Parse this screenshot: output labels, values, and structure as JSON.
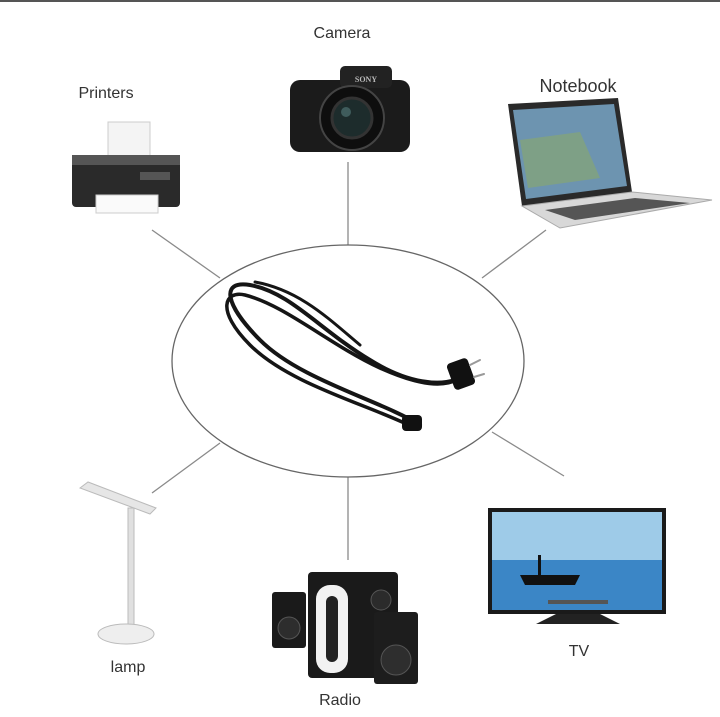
{
  "labels": {
    "camera": "Camera",
    "printers": "Printers",
    "notebook": "Notebook",
    "lamp": "lamp",
    "radio": "Radio",
    "tv": "TV"
  },
  "logos": {
    "camera_brand": "SONY"
  },
  "colors": {
    "line": "#888888",
    "text": "#333333",
    "cable": "#111111"
  }
}
